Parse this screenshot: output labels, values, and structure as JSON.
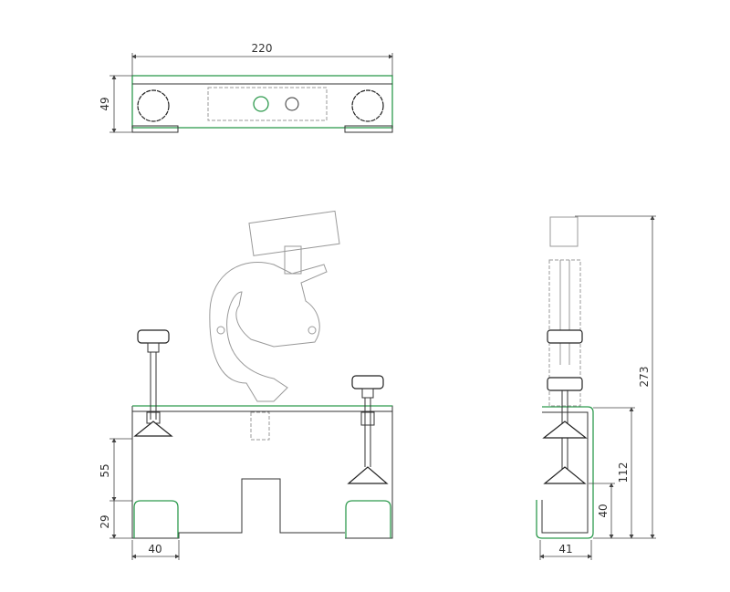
{
  "drawing": {
    "top_view": {
      "width_dim": "220",
      "height_dim": "49"
    },
    "front_view": {
      "dim_55": "55",
      "dim_29": "29",
      "dim_40": "40"
    },
    "side_view": {
      "dim_273": "273",
      "dim_112": "112",
      "dim_40": "40",
      "dim_41": "41"
    },
    "colors": {
      "outline": "#333333",
      "bracket": "#2e9a4e",
      "clamp": "#999999"
    }
  }
}
